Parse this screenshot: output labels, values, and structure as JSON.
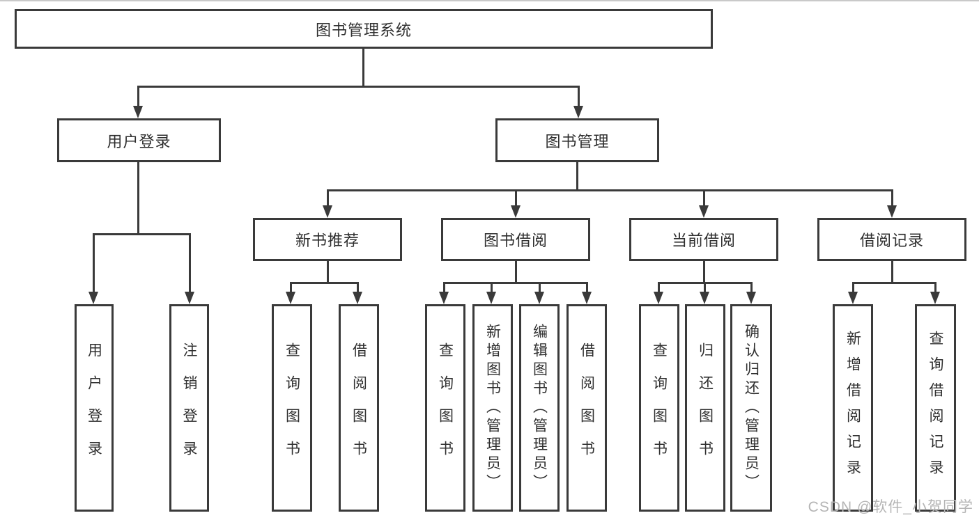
{
  "colors": {
    "line": "#3a3a3a",
    "text": "#2f2f2f",
    "watermark": "#b5b5b5",
    "background": "#ffffff"
  },
  "watermark": {
    "text": "CSDN @软件_小贺同学"
  },
  "tree": {
    "root": {
      "label": "图书管理系统"
    },
    "level2": [
      {
        "label": "用户登录"
      },
      {
        "label": "图书管理"
      }
    ],
    "level3": [
      {
        "label": "新书推荐"
      },
      {
        "label": "图书借阅"
      },
      {
        "label": "当前借阅"
      },
      {
        "label": "借阅记录"
      }
    ],
    "leaves": {
      "user_login": [
        "用户登录",
        "注销登录"
      ],
      "new_book": [
        "查询图书",
        "借阅图书"
      ],
      "book_borrow": [
        "查询图书",
        "新增图书（管理员）",
        "编辑图书（管理员）",
        "借阅图书"
      ],
      "current_borrow": [
        "查询图书",
        "归还图书",
        "确认归还（管理员）"
      ],
      "borrow_record": [
        "新增借阅记录",
        "查询借阅记录"
      ]
    }
  }
}
